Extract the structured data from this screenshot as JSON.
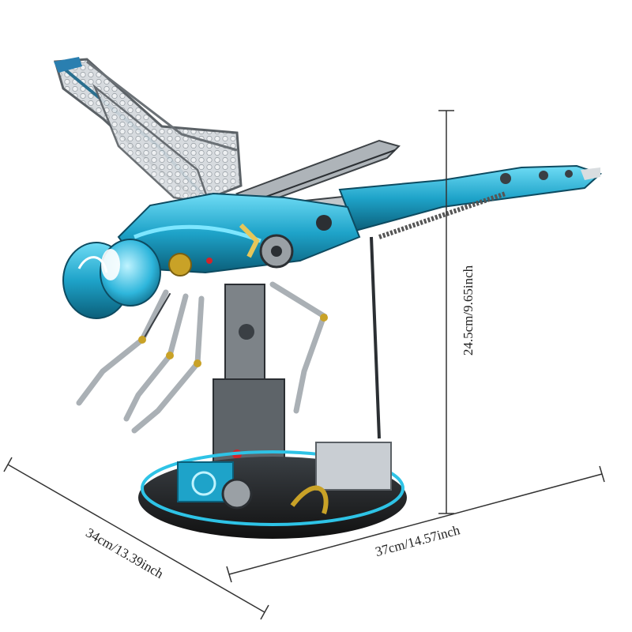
{
  "product": {
    "image": "dragonfly-building-block-model"
  },
  "dimensions": {
    "height_label": "24.5cm/9.65inch",
    "width_label": "37cm/14.57inch",
    "depth_label": "34cm/13.39inch"
  },
  "colors": {
    "body_primary": "#1ea3c9",
    "body_light": "#5fd3ef",
    "frame_gray": "#7d8388",
    "frame_dark": "#2b2f33",
    "accent_gold": "#c9a227",
    "accent_red": "#d2232a",
    "wing_mesh": "#c9ced3",
    "dimension_line": "#333333"
  }
}
